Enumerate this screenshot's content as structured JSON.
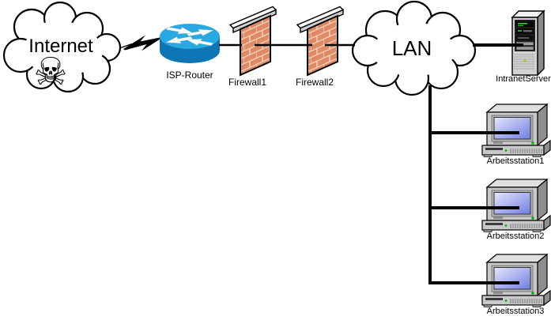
{
  "diagram": {
    "type": "network-diagram",
    "nodes": {
      "internet": {
        "label": "Internet",
        "kind": "cloud"
      },
      "isp_router": {
        "label": "ISP-Router",
        "kind": "router"
      },
      "firewall1": {
        "label": "Firewall1",
        "kind": "firewall"
      },
      "firewall2": {
        "label": "Firewall2",
        "kind": "firewall"
      },
      "lan": {
        "label": "LAN",
        "kind": "cloud"
      },
      "intranet_server": {
        "label": "IntranetServer",
        "kind": "server"
      },
      "workstation1": {
        "label": "Arbeitsstation1",
        "kind": "workstation"
      },
      "workstation2": {
        "label": "Arbeitsstation2",
        "kind": "workstation"
      },
      "workstation3": {
        "label": "Arbeitsstation3",
        "kind": "workstation"
      }
    },
    "icons": {
      "skull": "☠",
      "lightning": "lightning-bolt"
    },
    "connections": [
      "internet — lightning — isp_router",
      "isp_router — firewall1",
      "firewall1 — firewall2",
      "firewall2 — lan",
      "lan — intranet_server",
      "lan — workstation1",
      "lan — workstation2",
      "lan — workstation3"
    ],
    "colors": {
      "router_top": "#29A9E1",
      "router_body": "#0E76B4",
      "brick": "#DE8A66",
      "mortar": "#F5D4BE",
      "cap_front": "#CFCFCF",
      "cap_top": "#F8F8F8",
      "screen_top": "#E6E6FC",
      "screen_bottom": "#6E7EE2",
      "led_green": "#00B400",
      "server_front": "#D2D2D2",
      "server_side": "#8A8A8A",
      "monitor_front": "#C9C9C9",
      "monitor_side": "#8E8E8E",
      "line": "#000000",
      "background": "#FFFFFF"
    }
  }
}
